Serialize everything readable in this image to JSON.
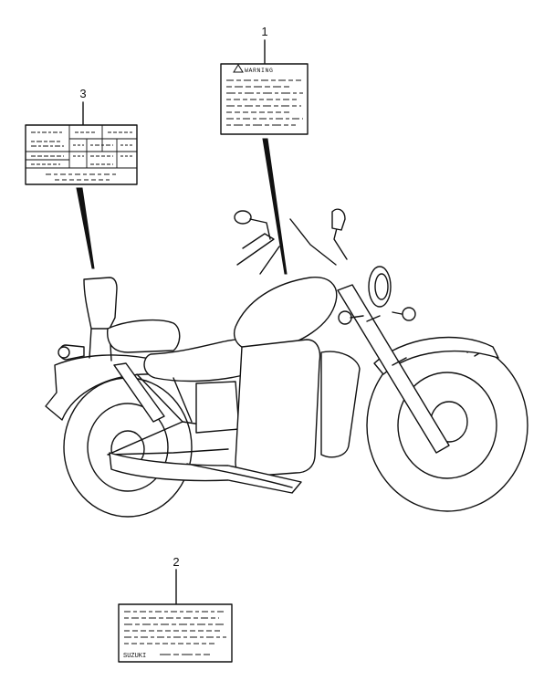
{
  "callouts": [
    {
      "number": "1",
      "label_type": "warning",
      "label_heading": "WARNING"
    },
    {
      "number": "2",
      "label_type": "id-plate",
      "label_footer": "SUZUKI"
    },
    {
      "number": "3",
      "label_type": "table"
    }
  ],
  "colors": {
    "line": "#111111",
    "background": "#ffffff"
  }
}
